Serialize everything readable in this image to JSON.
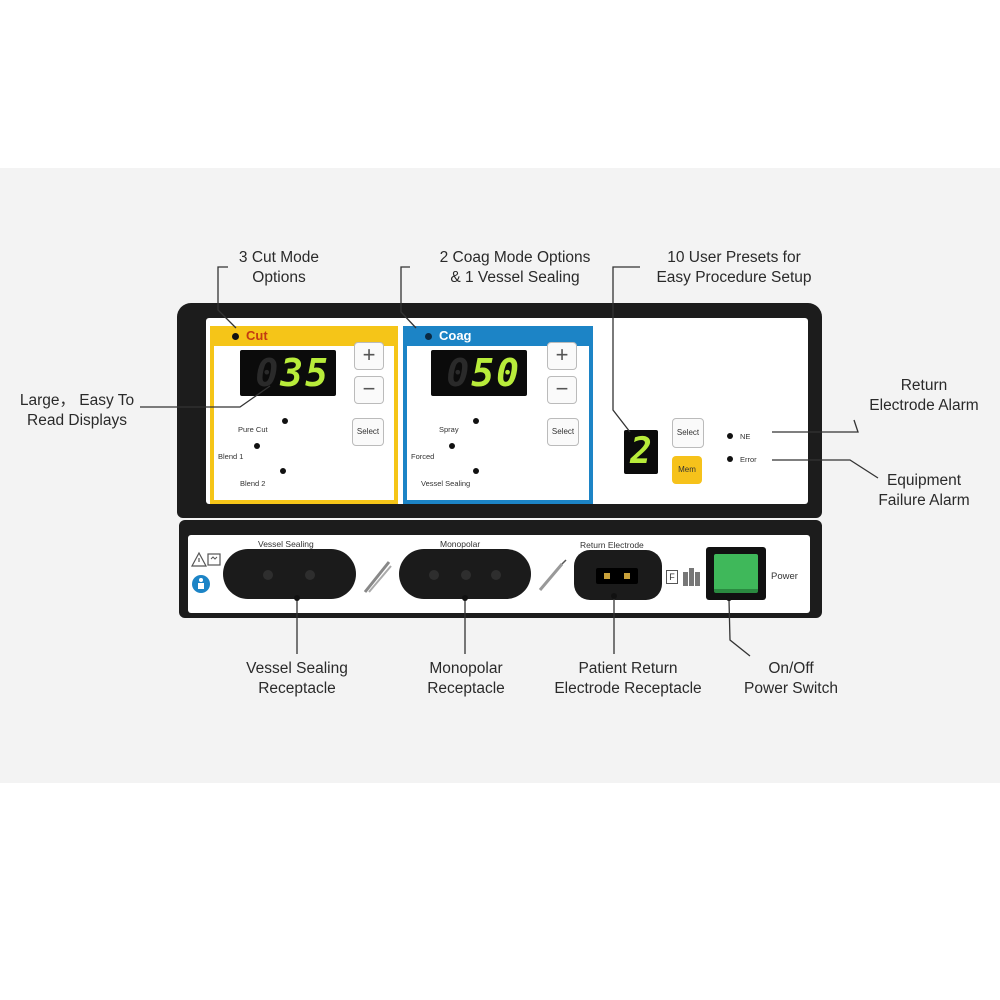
{
  "callouts": {
    "cut_modes": [
      "3 Cut Mode",
      "Options"
    ],
    "coag_modes": [
      "2 Coag Mode Options",
      "& 1 Vessel Sealing"
    ],
    "presets": [
      "10 User Presets for",
      "Easy Procedure Setup"
    ],
    "displays": [
      "Large， Easy To",
      "Read Displays"
    ],
    "return_alarm": [
      "Return",
      "Electrode Alarm"
    ],
    "failure_alarm": [
      "Equipment",
      "Failure Alarm"
    ],
    "vessel_receptacle": [
      "Vessel Sealing",
      "Receptacle"
    ],
    "monopolar_receptacle": [
      "Monopolar",
      "Receptacle"
    ],
    "patient_return": [
      "Patient Return",
      "Electrode Receptacle"
    ],
    "power_switch": [
      "On/Off",
      "Power Switch"
    ]
  },
  "cut_panel": {
    "title": "Cut",
    "ghost_digit": "0",
    "value": "35",
    "plus": "+",
    "minus": "−",
    "select": "Select",
    "modes": [
      "Pure Cut",
      "Blend 1",
      "Blend 2"
    ]
  },
  "coag_panel": {
    "title": "Coag",
    "ghost_digit": "0",
    "value": "50",
    "plus": "+",
    "minus": "−",
    "select": "Select",
    "modes": [
      "Spray",
      "Forced",
      "Vessel Sealing"
    ]
  },
  "preset_panel": {
    "preset_number": "2",
    "select": "Select",
    "mem": "Mem",
    "alarm_ne": "NE",
    "alarm_error": "Error"
  },
  "front_panel": {
    "vessel_sealing_label": "Vessel Sealing",
    "monopolar_label": "Monopolar",
    "return_electrode_label": "Return Electrode",
    "f_label": "F",
    "power_label": "Power"
  },
  "icons": [
    "warning-icon",
    "defib-proof-icon",
    "manual-icon",
    "forceps-icon",
    "pencil-electrode-icon",
    "bf-symbol-icon"
  ],
  "colors": {
    "cut": "#f5c518",
    "coag": "#1c84c6",
    "display_digits": "#b8ec3a",
    "power_rocker": "#3fb85a",
    "mem_button": "#f6c21b"
  }
}
